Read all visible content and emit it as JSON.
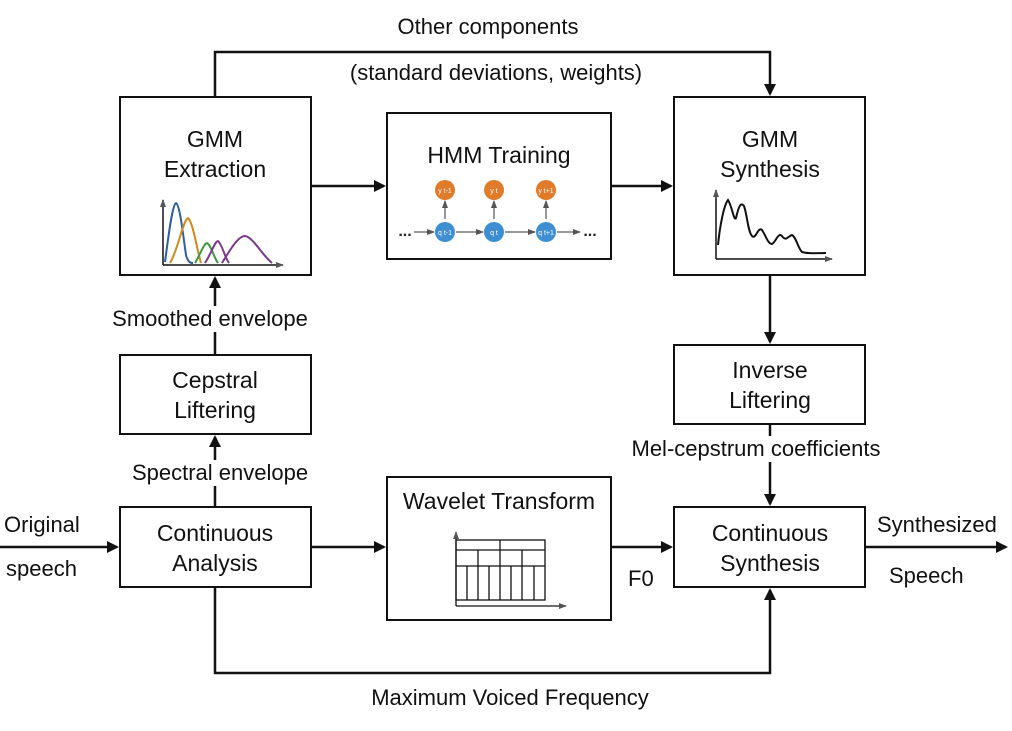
{
  "labels": {
    "other_components": "Other components",
    "other_components_sub": "(standard deviations, weights)",
    "smoothed_envelope": "Smoothed envelope",
    "spectral_envelope": "Spectral envelope",
    "mel_cepstrum": "Mel-cepstrum coefficients",
    "original_speech_1": "Original",
    "original_speech_2": "speech",
    "synthesized_speech_1": "Synthesized",
    "synthesized_speech_2": "Speech",
    "f0": "F0",
    "max_voiced_freq": "Maximum Voiced Frequency"
  },
  "boxes": {
    "gmm_extraction": {
      "line1": "GMM",
      "line2": "Extraction"
    },
    "hmm_training": {
      "title": "HMM Training"
    },
    "gmm_synthesis": {
      "line1": "GMM",
      "line2": "Synthesis"
    },
    "cepstral_liftering": {
      "line1": "Cepstral",
      "line2": "Liftering"
    },
    "inverse_liftering": {
      "line1": "Inverse",
      "line2": "Liftering"
    },
    "continuous_analysis": {
      "line1": "Continuous",
      "line2": "Analysis"
    },
    "wavelet_transform": {
      "title": "Wavelet Transform"
    },
    "continuous_synthesis": {
      "line1": "Continuous",
      "line2": "Synthesis"
    }
  },
  "hmm_nodes": {
    "observations": [
      "y t-1",
      "y t",
      "y t+1"
    ],
    "states": [
      "q t-1",
      "q t",
      "q t+1"
    ],
    "ellipsis": "..."
  },
  "colors": {
    "line": "#111111",
    "hmm_observation": "#e07b2a",
    "hmm_state": "#3d8fd1",
    "gmm_blue": "#2f5f9e",
    "gmm_orange": "#d08a1c",
    "gmm_green": "#3c9a3c",
    "gmm_purple": "#7a3a8c"
  }
}
